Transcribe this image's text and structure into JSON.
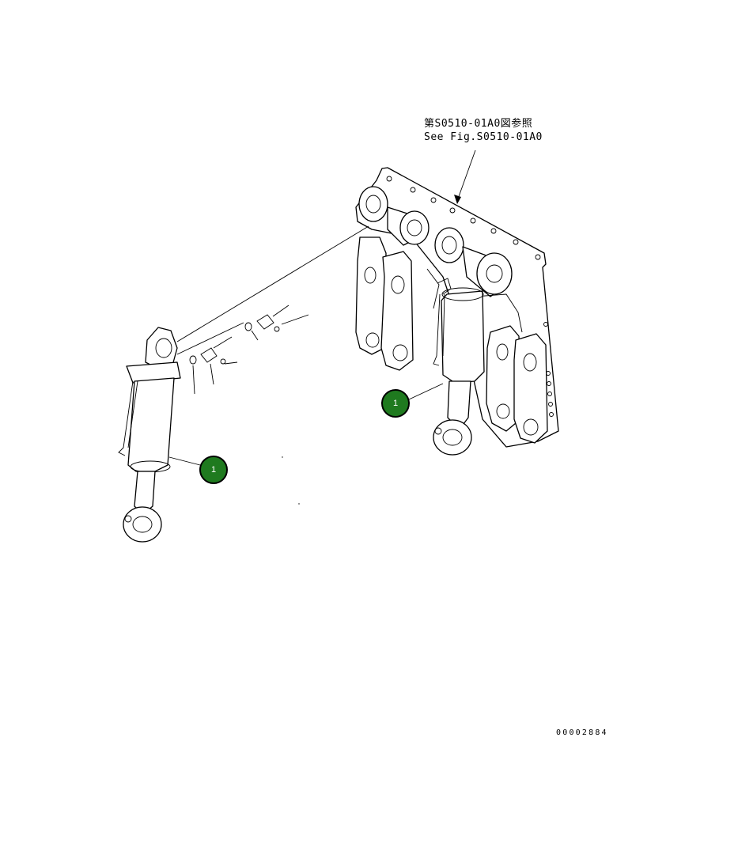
{
  "reference_note": {
    "line_jp": "第S0510-01A0図参照",
    "line_en": "See Fig.S0510-01A0"
  },
  "callouts": [
    {
      "label": "1",
      "color": "#1f7a1f"
    },
    {
      "label": "1",
      "color": "#1f7a1f"
    }
  ],
  "document_number": "00002884"
}
